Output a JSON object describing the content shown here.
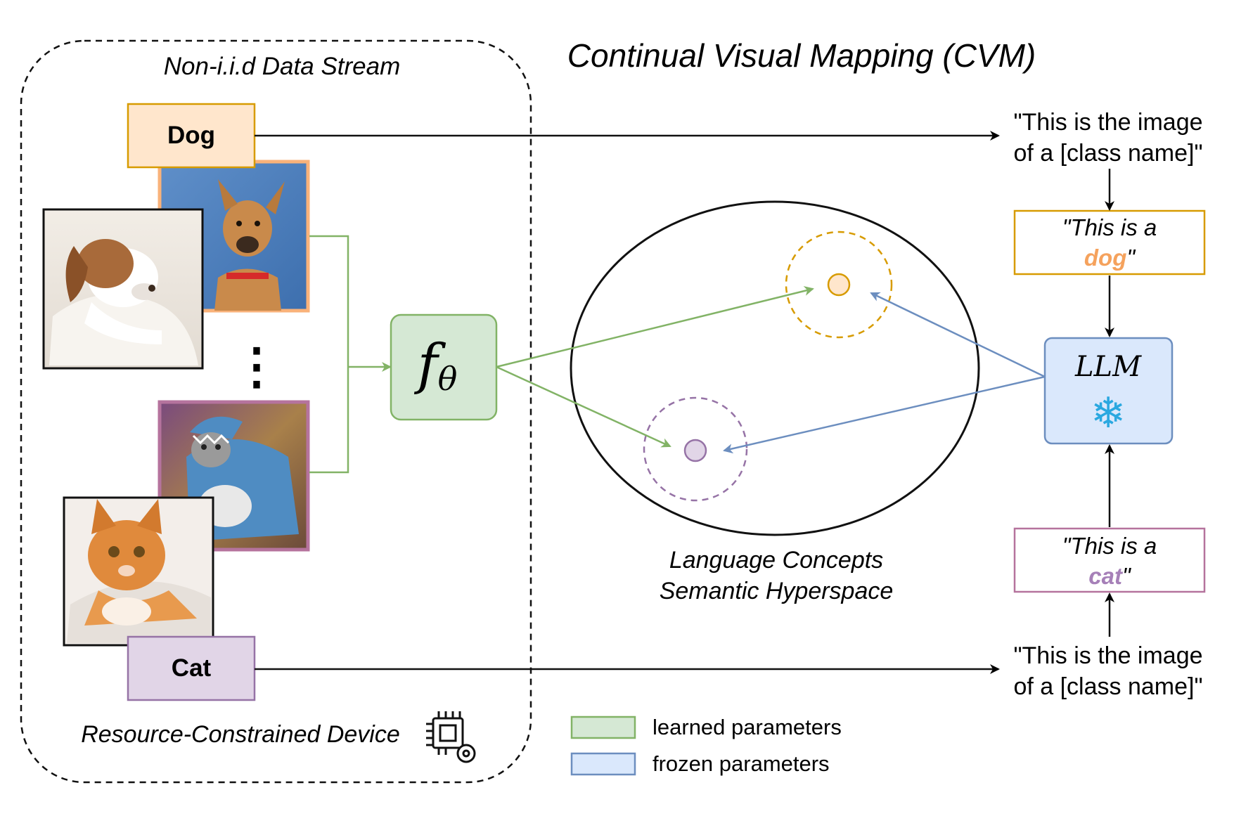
{
  "title": "Continual Visual Mapping (CVM)",
  "stream_label": "Non-i.i.d Data Stream",
  "device_label": "Resource-Constrained Device",
  "classes": {
    "dog": {
      "label": "Dog",
      "box_color": "#fde3c8",
      "border_color": "#d6a035",
      "photo_border": "#f9b27a"
    },
    "cat": {
      "label": "Cat",
      "box_color": "#e3d7ea",
      "border_color": "#9673a6",
      "photo_border": "#b5739d"
    }
  },
  "ellipsis": "⋮",
  "model_label": "fθ",
  "model": {
    "symbol": "f",
    "subscript": "θ"
  },
  "llm_label": "LLM",
  "snowflake_icon": "❄",
  "template_text": {
    "line1": "\"This is the image",
    "line2": "of a [class name]\""
  },
  "prompt_dog": {
    "prefix": "\"This is a",
    "word": "dog",
    "suffix": "\"",
    "word_color": "#f5a25d"
  },
  "prompt_cat": {
    "prefix": "\"This is a",
    "word": "cat",
    "suffix": "\"",
    "word_color": "#a680b8"
  },
  "space_label": {
    "line1": "Language Concepts",
    "line2": "Semantic Hyperspace"
  },
  "legend": [
    {
      "label": "learned parameters",
      "fill": "#d5e8d4",
      "stroke": "#82b366"
    },
    {
      "label": "frozen parameters",
      "fill": "#dae8fc",
      "stroke": "#6c8ebf"
    }
  ],
  "colors": {
    "green": "#82b366",
    "green_fill": "#d5e8d4",
    "blue": "#6c8ebf",
    "blue_fill": "#dae8fc",
    "orange": "#d79b00",
    "orange_fill": "#ffe6cc",
    "purple": "#9673a6",
    "purple_fill": "#e1d5e7"
  }
}
